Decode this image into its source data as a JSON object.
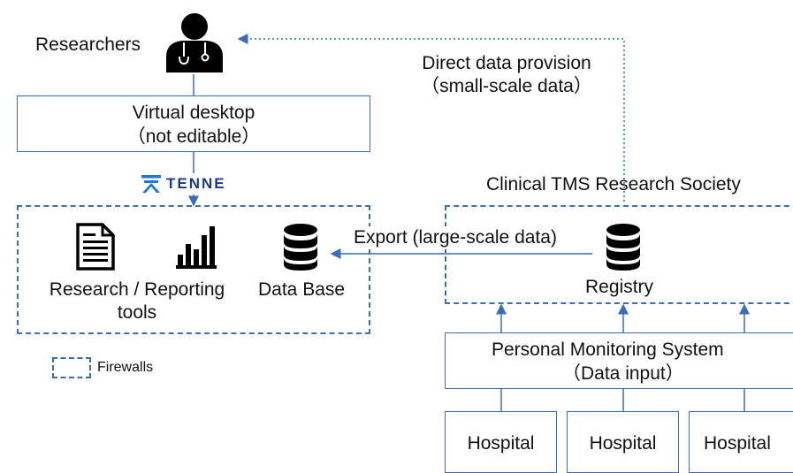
{
  "researchers": {
    "label": "Researchers"
  },
  "direct_provision": {
    "line1": "Direct data provision",
    "line2": "（small-scale data）"
  },
  "virtual_desktop": {
    "line1": "Virtual desktop",
    "line2": "（not editable）"
  },
  "tenne": {
    "text": "TENNE",
    "logo_color": "#1f7bd1",
    "text_color": "#1a3a8a"
  },
  "society": {
    "label": "Clinical TMS Research Society"
  },
  "tools": {
    "line1": "Research / Reporting",
    "line2": "tools"
  },
  "database": {
    "label": "Data Base"
  },
  "export": {
    "label": "Export (large-scale data)"
  },
  "registry": {
    "label": "Registry"
  },
  "pms": {
    "line1": "Personal Monitoring System",
    "line2": "（Data input）"
  },
  "hospitals": [
    "Hospital",
    "Hospital",
    "Hospital"
  ],
  "legend": {
    "firewalls": "Firewalls"
  },
  "colors": {
    "line": "#3b6db8",
    "icon": "#000000"
  }
}
